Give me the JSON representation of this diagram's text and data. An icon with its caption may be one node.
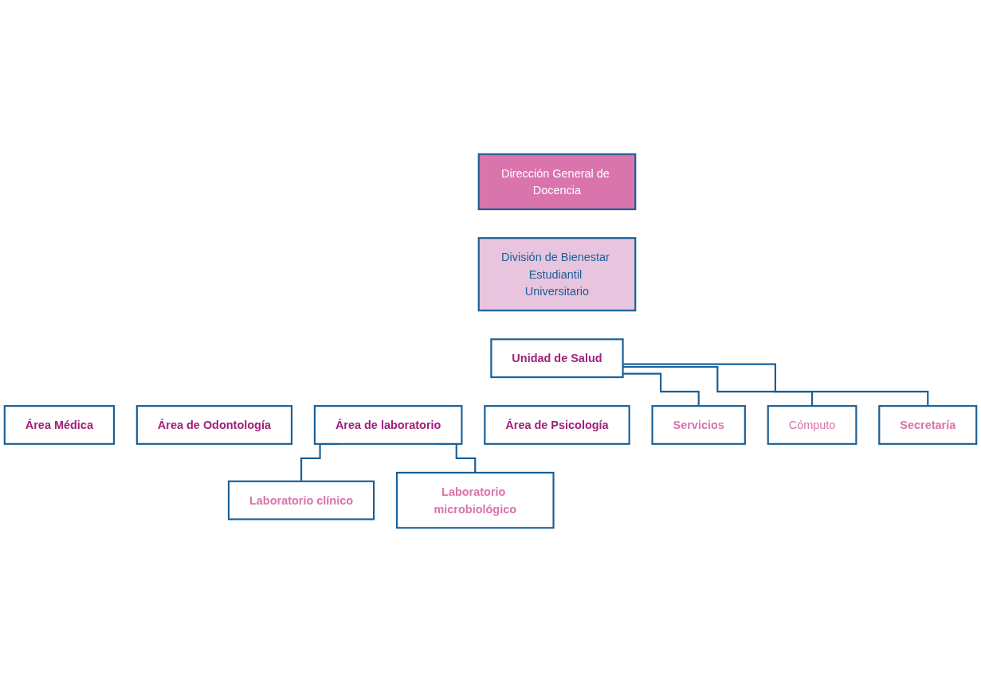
{
  "diagram": {
    "nodes": [
      {
        "text": [
          "Dirección General de Docencia"
        ]
      },
      {
        "text": [
          "División de Bienestar Estudiantil Universitario"
        ]
      },
      {
        "text": [
          "Unidad de Salud"
        ]
      },
      {
        "text": [
          "Área Médica"
        ]
      },
      {
        "text": [
          "Área de Odontología"
        ]
      },
      {
        "text": [
          "Área de laboratorio"
        ]
      },
      {
        "text": [
          "Área de Psicología"
        ]
      },
      {
        "text": [
          "Laboratorio clínico"
        ]
      },
      {
        "text": [
          "Laboratorio microbiológico"
        ]
      },
      {
        "text": [
          "Servicios"
        ]
      },
      {
        "text": [
          "Cómputo"
        ]
      },
      {
        "text": [
          "Secretaría"
        ]
      }
    ],
    "edges": [
      {
        "from": 2,
        "to": 9,
        "arrow": "none"
      },
      {
        "from": 2,
        "to": 10,
        "arrow": "none"
      },
      {
        "from": 2,
        "to": 11,
        "arrow": "none"
      },
      {
        "from": 5,
        "to": 7,
        "arrow": "none"
      },
      {
        "from": 5,
        "to": 8,
        "arrow": "none"
      }
    ]
  }
}
